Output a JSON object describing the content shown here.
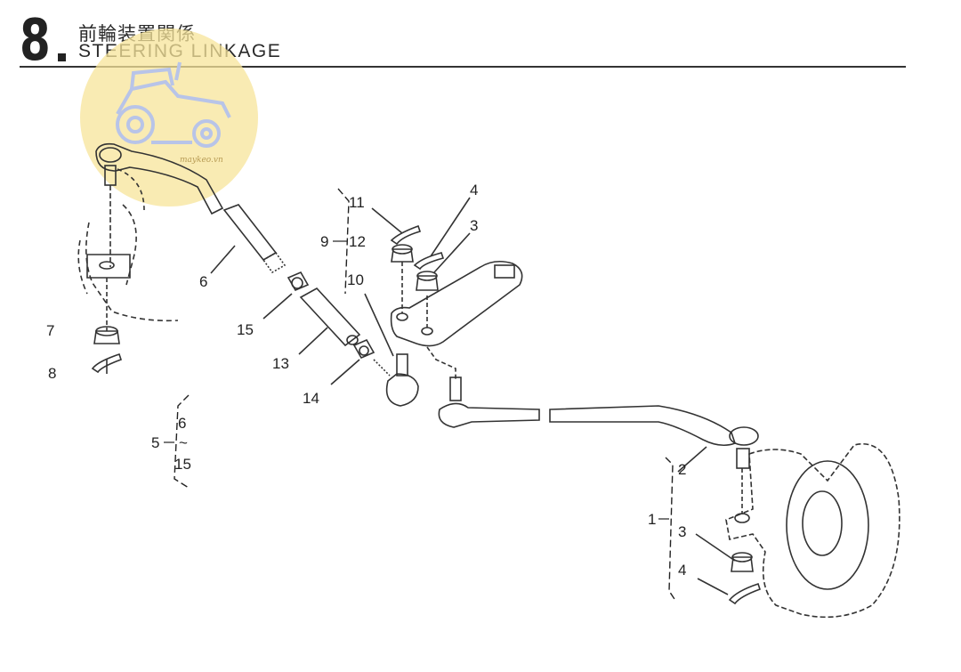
{
  "header": {
    "section_number": "8",
    "title_jp": "前輪装置関係",
    "title_en": "STEERING  LINKAGE"
  },
  "watermark": {
    "text": "maykeo.vn",
    "color": "#f7e49a"
  },
  "callouts": {
    "c11": "11",
    "c9": "9",
    "c12": "12",
    "c10": "10",
    "c4a": "4",
    "c3a": "3",
    "c6": "6",
    "c15": "15",
    "c13": "13",
    "c14": "14",
    "c7": "7",
    "c8": "8",
    "c5": "5",
    "c5a": "6",
    "c5b": "15",
    "c5tilde": "~",
    "c2": "2",
    "c1": "1",
    "c3b": "3",
    "c4b": "4"
  },
  "colors": {
    "ink": "#222222",
    "line": "#333333"
  }
}
